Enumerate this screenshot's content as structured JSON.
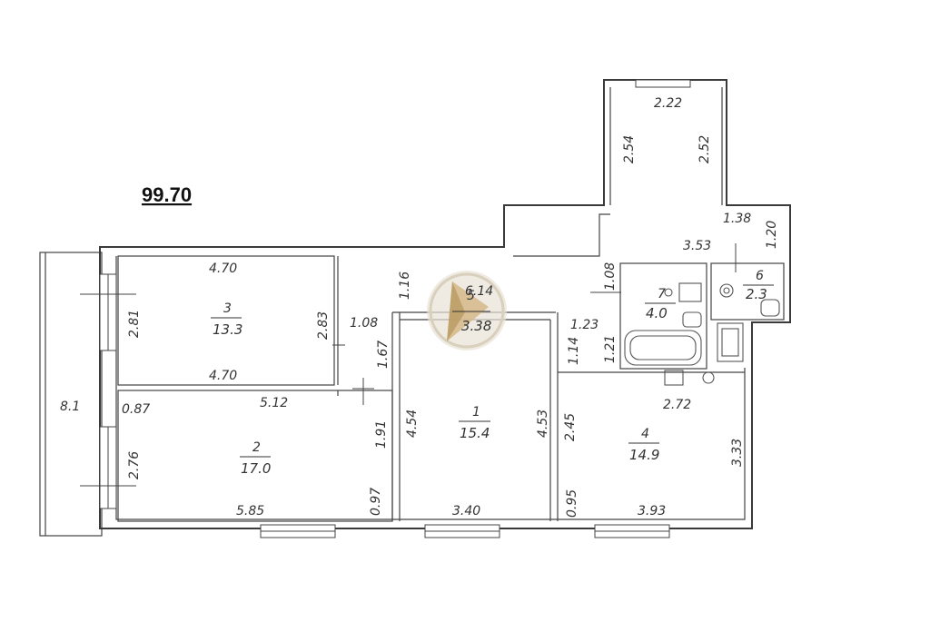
{
  "total_area": "99.70",
  "rooms": [
    {
      "number": "1",
      "area": "15.4"
    },
    {
      "number": "2",
      "area": "17.0"
    },
    {
      "number": "3",
      "area": "13.3"
    },
    {
      "number": "4",
      "area": "14.9"
    },
    {
      "number": "5",
      "area": "3.38"
    },
    {
      "number": "6",
      "area": "2.3"
    },
    {
      "number": "7",
      "area": "4.0"
    }
  ],
  "dimensions": {
    "balcony_width": "2.22",
    "balcony_left": "2.54",
    "balcony_right": "2.52",
    "corr_a": "1.38",
    "corr_b": "1.20",
    "corr_c": "3.53",
    "r3_top": "4.70",
    "r3_bottom": "4.70",
    "r3_left": "2.81",
    "r3_right": "2.83",
    "hall_a": "1.16",
    "hall_b": "6.14",
    "hall_c": "1.08",
    "hall_d": "1.67",
    "hall_e": "1.08",
    "hall_f": "1.23",
    "hall_g": "1.14",
    "hall_h": "1.21",
    "left_total": "8.1",
    "r2_a": "0.87",
    "r2_top": "5.12",
    "r2_left": "2.76",
    "r2_right": "1.91",
    "r2_b": "0.97",
    "r2_bottom": "5.85",
    "r1_left": "4.54",
    "r1_right": "4.53",
    "r1_bottom": "3.40",
    "r4_a": "2.45",
    "r4_top": "2.72",
    "r4_right": "3.33",
    "r4_b": "0.95",
    "r4_bottom": "3.93"
  },
  "colors": {
    "walls": "#3a3a3a",
    "logo_fill": "#d6b98a"
  },
  "icons": [
    "logo-watermark-icon",
    "sink-icon",
    "toilet-icon",
    "bathtub-icon",
    "stove-icon"
  ]
}
